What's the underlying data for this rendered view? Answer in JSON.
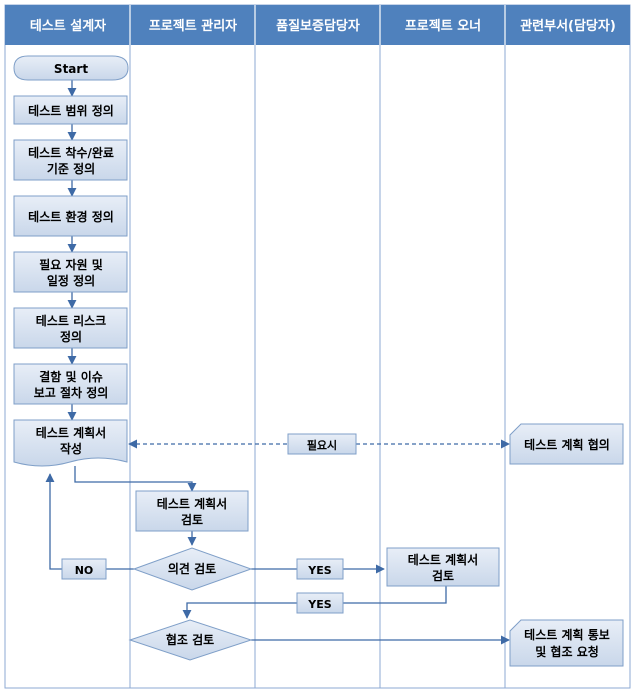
{
  "lanes": [
    "테스트 설계자",
    "프로젝트 관리자",
    "품질보증담당자",
    "프로젝트 오너",
    "관련부서(담당자)"
  ],
  "nodes": {
    "start": "Start",
    "scope": "테스트 범위 정의",
    "criteria": [
      "테스트 착수/완료",
      "기준 정의"
    ],
    "env": "테스트 환경 정의",
    "resource": [
      "필요 자원 및",
      "일정 정의"
    ],
    "risk": [
      "테스트 리스크",
      "정의"
    ],
    "defect": [
      "결함 및 이슈",
      "보고 절차 정의"
    ],
    "plan_write": [
      "테스트 계획서",
      "작성"
    ],
    "plan_consult": "테스트 계획 협의",
    "pm_review": [
      "테스트 계획서",
      "검토"
    ],
    "opinion_review": "의견 검토",
    "owner_review": [
      "테스트 계획서",
      "검토"
    ],
    "coop_review": "협조 검토",
    "notify": [
      "테스트 계획 통보",
      "및 협조 요청"
    ]
  },
  "labels": {
    "if_needed": "필요시",
    "no": "NO",
    "yes1": "YES",
    "yes2": "YES"
  },
  "colors": {
    "header_bg": "#4f81bd",
    "header_text": "#ffffff",
    "box_fill": "#dbe5f1",
    "box_stroke": "#7f9fc8",
    "line": "#4a6fa5",
    "lane_border": "#8eaad3"
  }
}
